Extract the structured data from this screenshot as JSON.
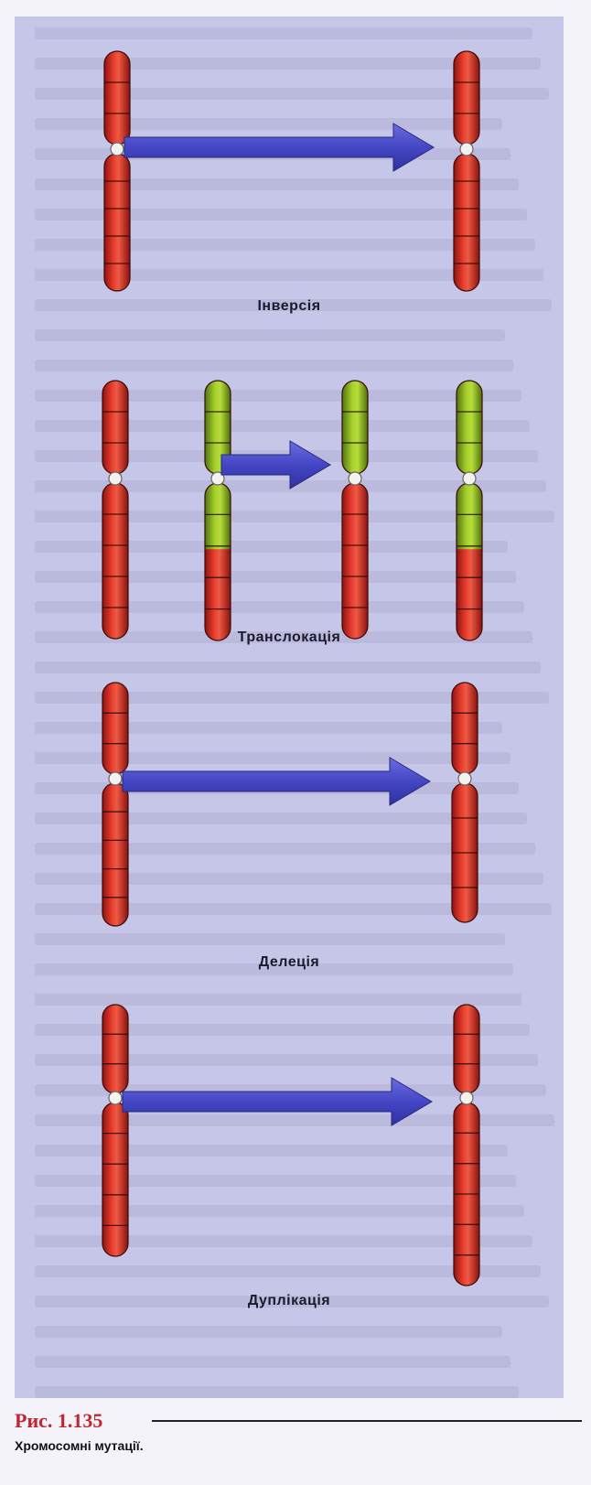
{
  "panels": [
    {
      "label": "Інверсія"
    },
    {
      "label": "Транслокація"
    },
    {
      "label": "Делеція"
    },
    {
      "label": "Дуплікація"
    }
  ],
  "figure": {
    "number": "Рис. 1.135",
    "title": "Хромосомні мутації."
  },
  "colors": {
    "chromosome_red": "#d42a22",
    "chromosome_green": "#8fbc1f",
    "arrow_blue": "#4a4cc8",
    "panel_bg": "#c5c6e8"
  },
  "icons": [
    "chromosome-icon",
    "arrow-right-icon",
    "centromere-icon"
  ]
}
